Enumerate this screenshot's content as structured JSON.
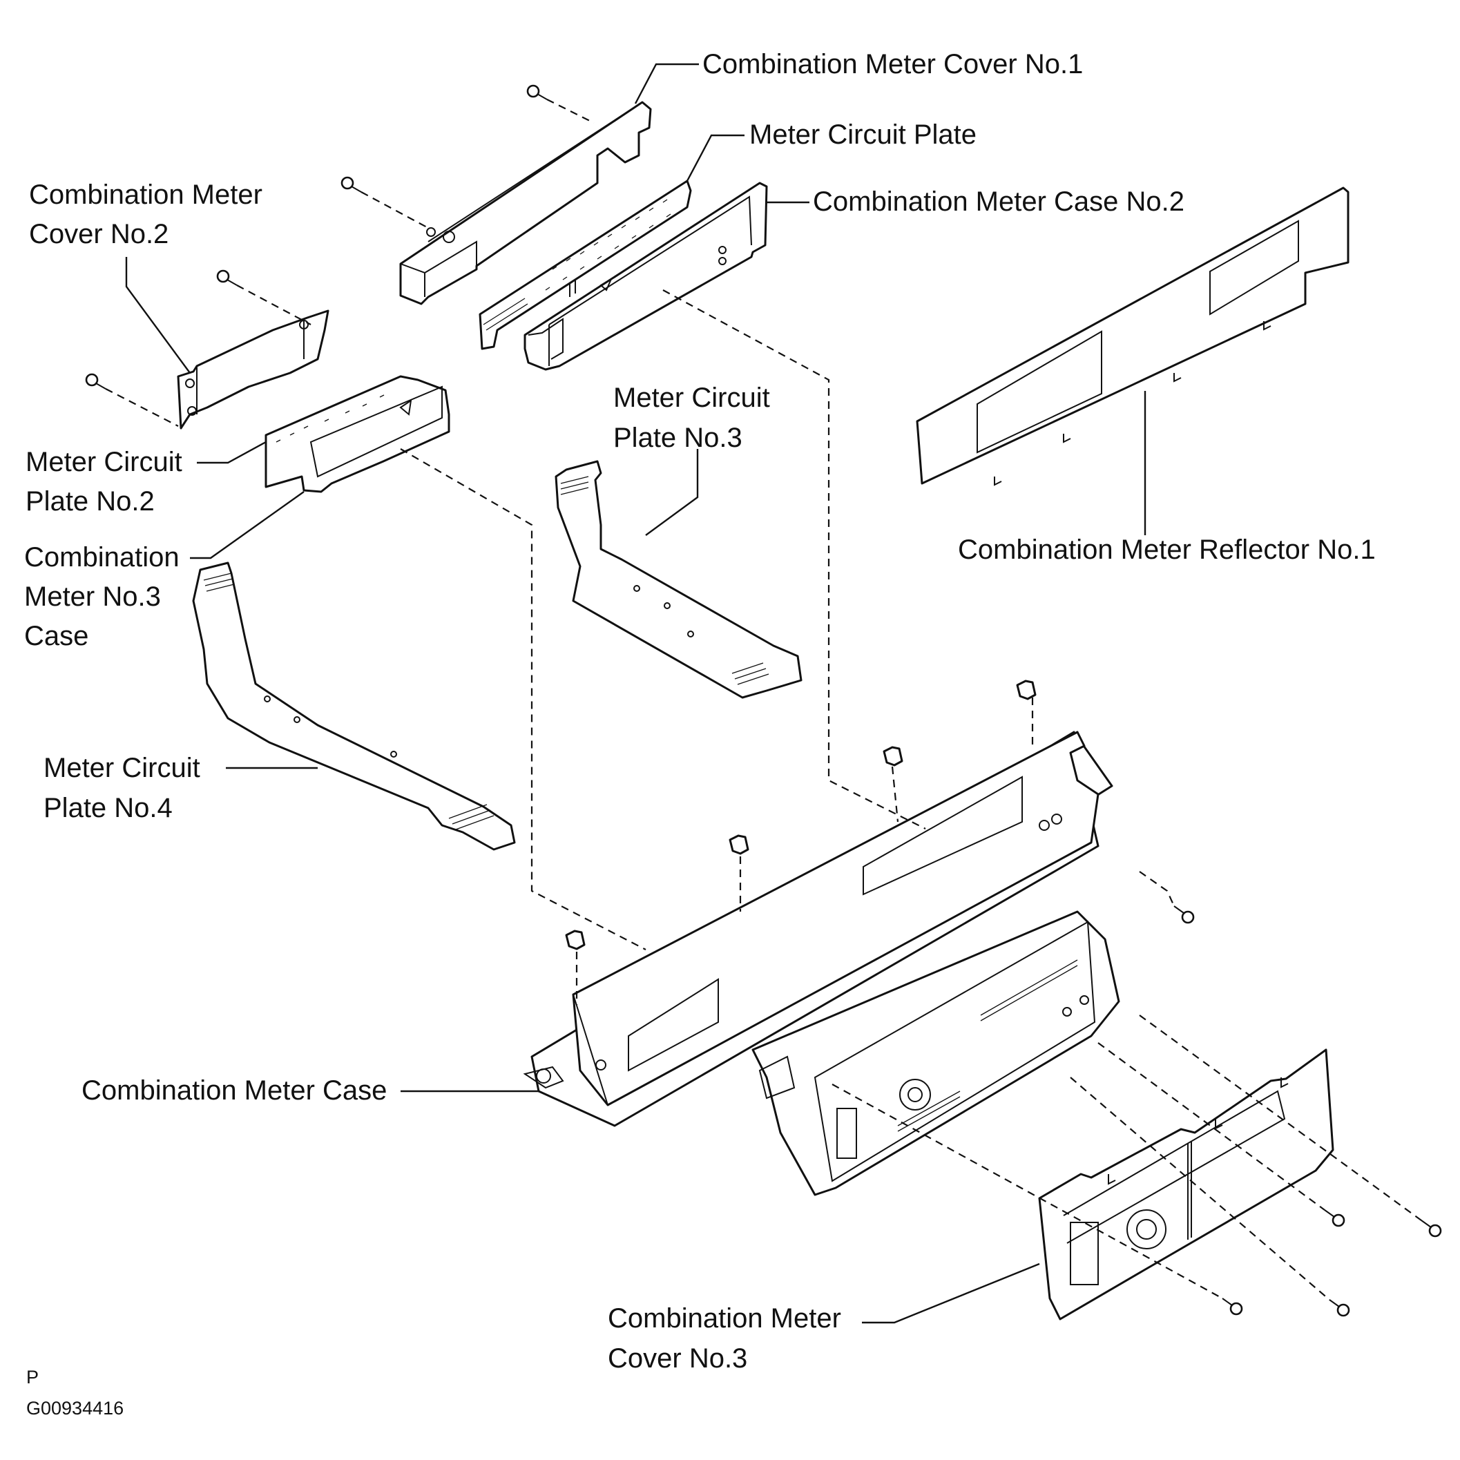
{
  "labels": {
    "cover1": "Combination Meter Cover No.1",
    "circuit_plate": "Meter Circuit Plate",
    "case2": "Combination Meter Case No.2",
    "cover2_l1": "Combination Meter",
    "cover2_l2": "Cover No.2",
    "plate3_l1": "Meter Circuit",
    "plate3_l2": "Plate No.3",
    "plate2_l1": "Meter Circuit",
    "plate2_l2": "Plate No.2",
    "case3_l1": "Combination",
    "case3_l2": "Meter No.3",
    "case3_l3": "Case",
    "reflector": "Combination Meter Reflector No.1",
    "plate4_l1": "Meter Circuit",
    "plate4_l2": "Plate No.4",
    "meter_case": "Combination Meter Case",
    "cover3_l1": "Combination Meter",
    "cover3_l2": "Cover No.3"
  },
  "footer": {
    "letter": "P",
    "figure_id": "G00934416"
  }
}
